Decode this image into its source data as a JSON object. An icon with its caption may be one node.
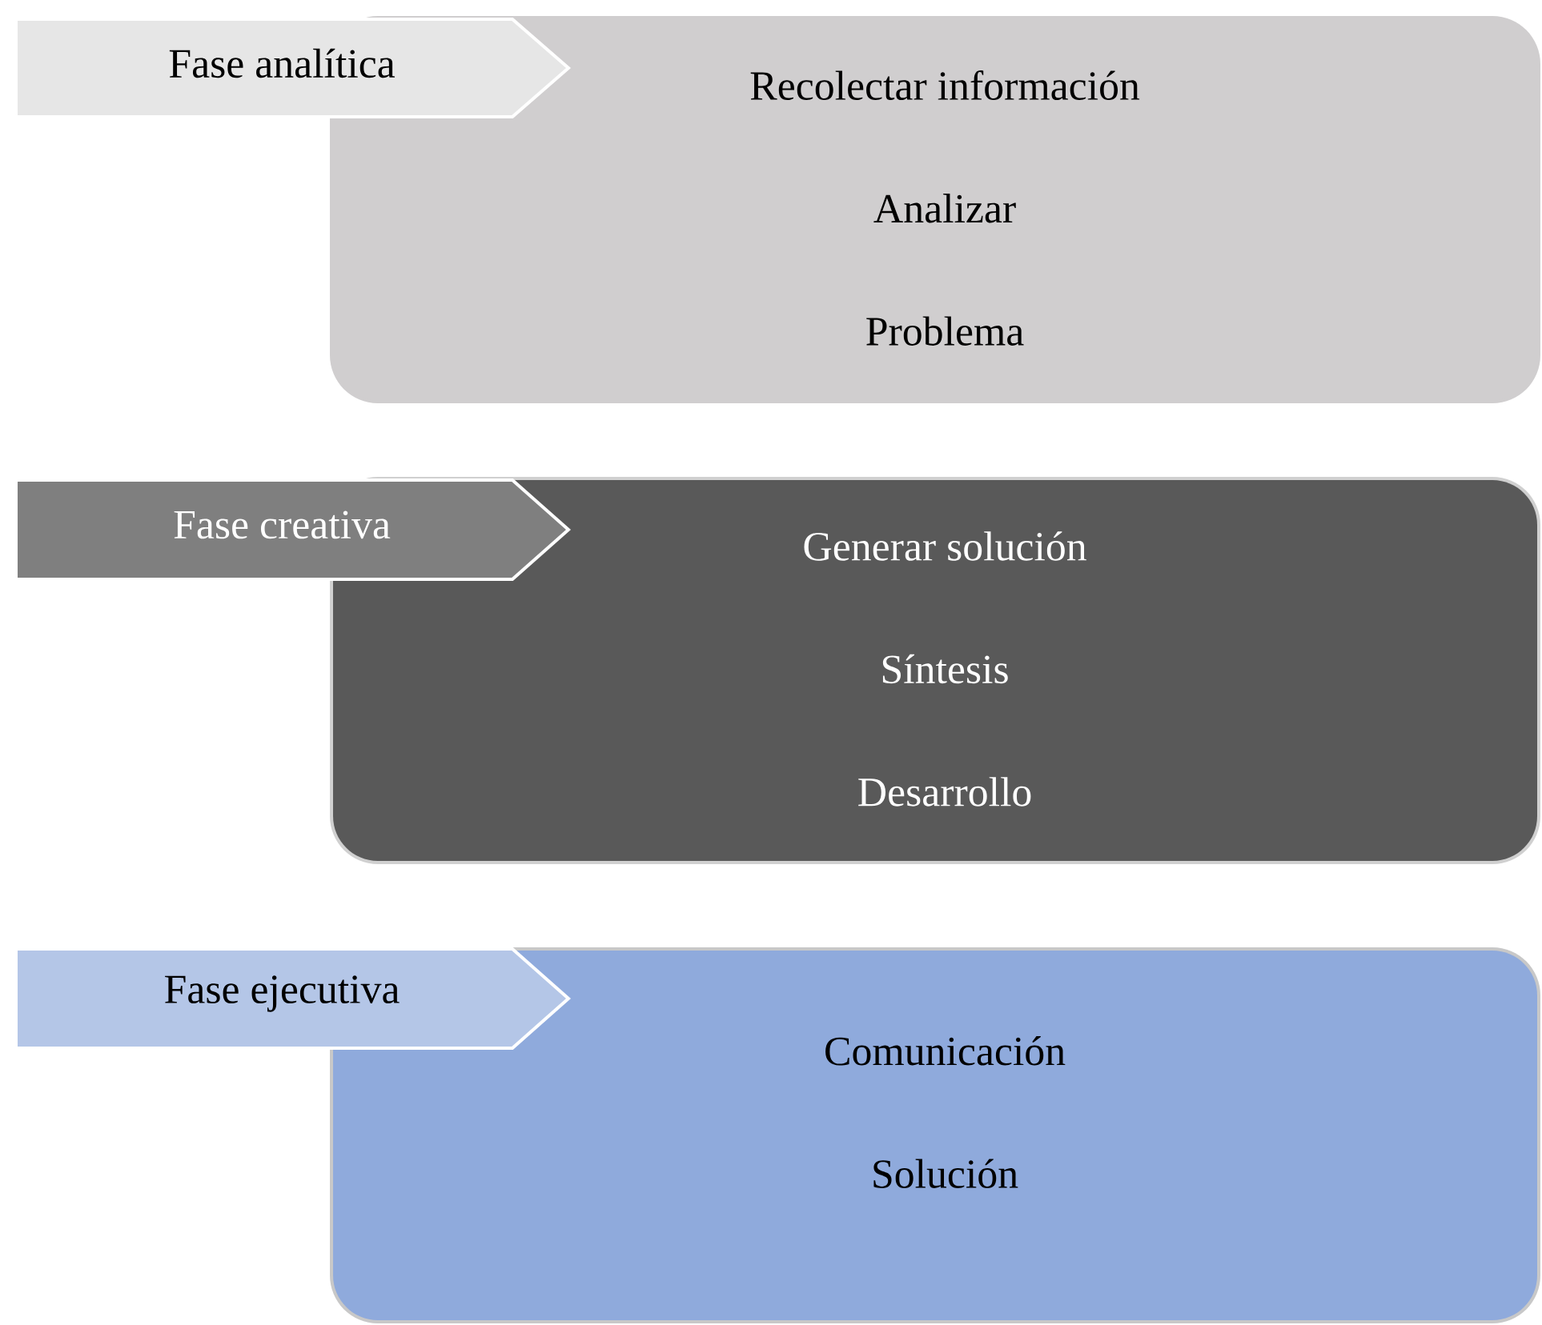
{
  "diagram": {
    "nodes": [
      {
        "text": [
          "Fase analítica"
        ]
      },
      {
        "text": [
          "Recolectar información",
          "Analizar",
          "Problema"
        ]
      },
      {
        "text": [
          "Fase creativa"
        ]
      },
      {
        "text": [
          "Generar solución",
          "Síntesis",
          "Desarrollo"
        ]
      },
      {
        "text": [
          "Fase ejecutiva"
        ]
      },
      {
        "text": [
          "Comunicación",
          "Solución"
        ]
      }
    ]
  }
}
